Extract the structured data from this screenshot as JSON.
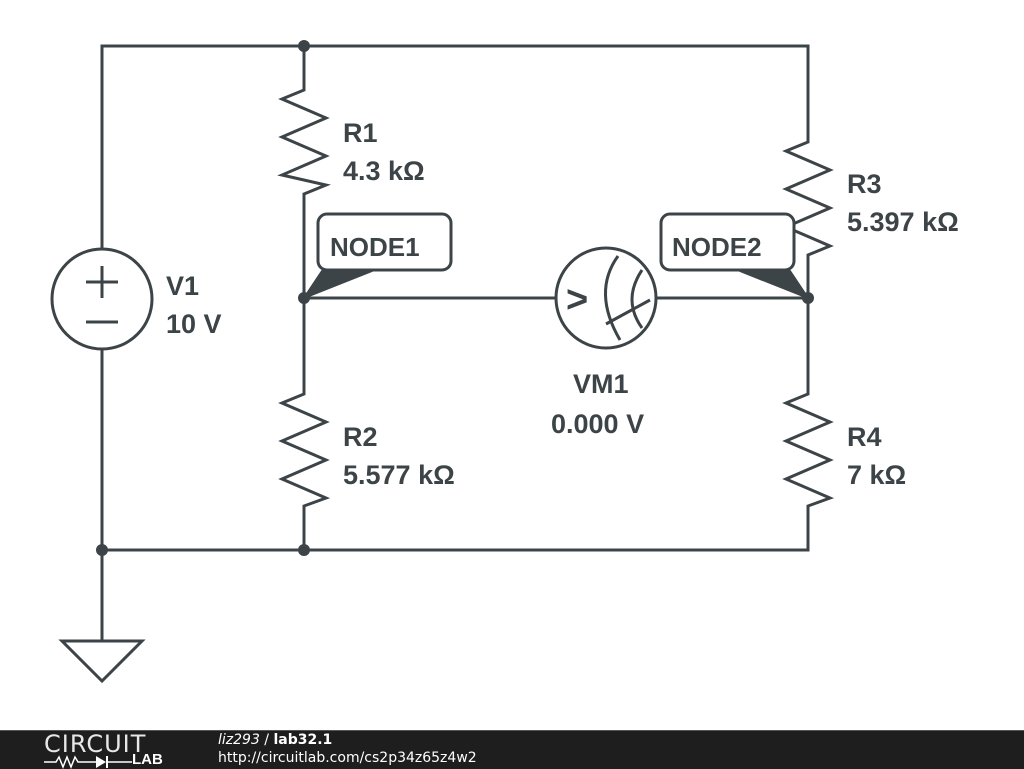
{
  "schematic": {
    "components": {
      "V1": {
        "name": "V1",
        "value": "10 V",
        "type": "voltage-source"
      },
      "R1": {
        "name": "R1",
        "value": "4.3 kΩ",
        "type": "resistor"
      },
      "R2": {
        "name": "R2",
        "value": "5.577 kΩ",
        "type": "resistor"
      },
      "R3": {
        "name": "R3",
        "value": "5.397 kΩ",
        "type": "resistor"
      },
      "R4": {
        "name": "R4",
        "value": "7 kΩ",
        "type": "resistor"
      },
      "VM1": {
        "name": "VM1",
        "value": "0.000 V",
        "type": "voltmeter"
      }
    },
    "nodes": {
      "node1": "NODE1",
      "node2": "NODE2"
    },
    "source_symbols": {
      "plus": "+",
      "minus": "−"
    },
    "meter_symbol": ">",
    "colors": {
      "ink": "#3d4448",
      "background": "#ffffff"
    }
  },
  "footer": {
    "logo_top": "CIRCUIT",
    "logo_bottom": "LAB",
    "user": "liz293",
    "separator": " / ",
    "project": "lab32.1",
    "url": "http://circuitlab.com/cs2p34z65z4w2",
    "colors": {
      "bar": "#1e1e1e",
      "text": "#ffffff"
    }
  }
}
